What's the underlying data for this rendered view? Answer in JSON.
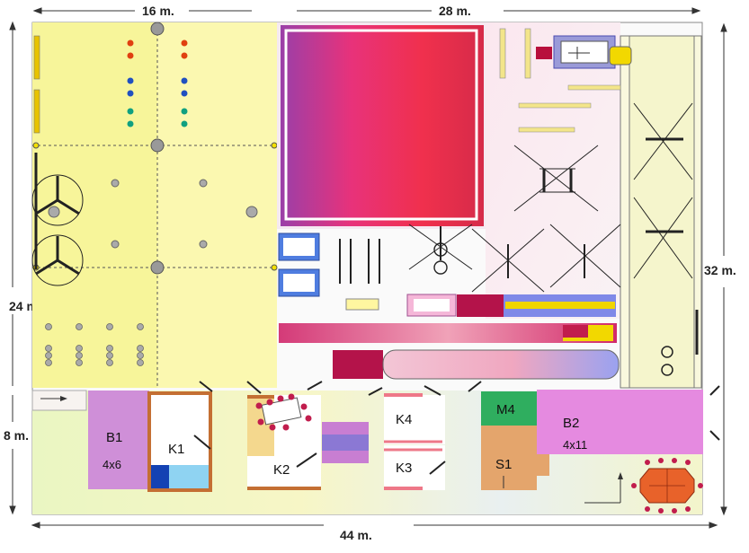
{
  "dimensions": {
    "top_left": "16 m.",
    "top_right": "28 m.",
    "right": "32 m.",
    "left_upper": "24 m.",
    "left_lower": "8 m.",
    "bottom": "44 m."
  },
  "rooms": {
    "b1": {
      "name": "B1",
      "size": "4x6"
    },
    "k1": {
      "name": "K1"
    },
    "k2": {
      "name": "K2"
    },
    "k3": {
      "name": "K3"
    },
    "k4": {
      "name": "K4"
    },
    "m4": {
      "name": "M4"
    },
    "s1": {
      "name": "S1"
    },
    "b2": {
      "name": "B2",
      "size": "4x11"
    }
  },
  "colors": {
    "yellow_area": "#f7f59a",
    "hall_magenta": "#e0337a",
    "b1": "#cf8fd8",
    "b2": "#e58ae0",
    "s1": "#e4a56c",
    "m4": "#2fae5f",
    "corridor": "#f4f7c8"
  }
}
